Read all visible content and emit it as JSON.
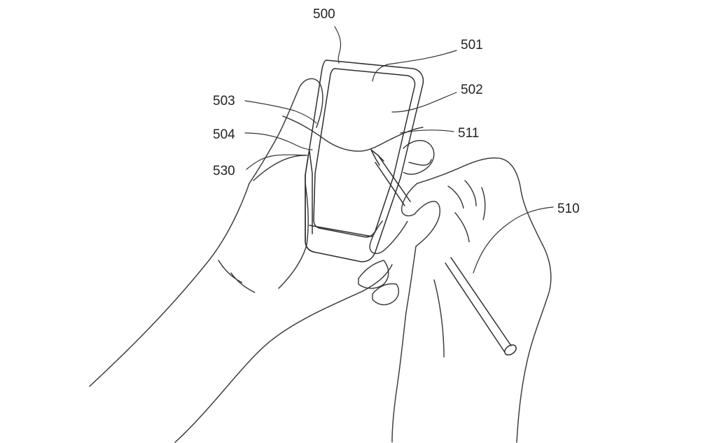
{
  "figure": {
    "labels": {
      "device": "500",
      "display_upper": "501",
      "display_region": "502",
      "boundary_line": "503",
      "edge_left": "504",
      "side_edge": "530",
      "stylus": "510",
      "stylus_tip_point": "511"
    }
  }
}
